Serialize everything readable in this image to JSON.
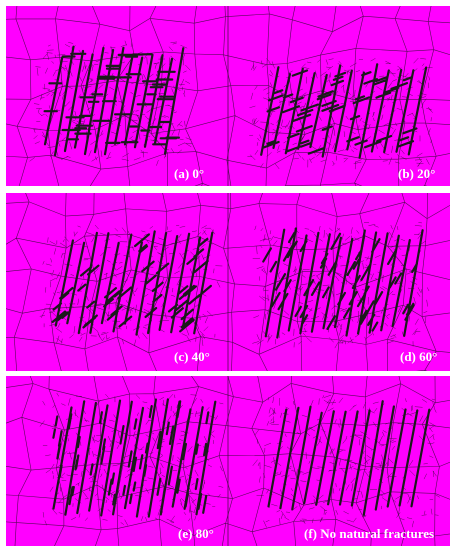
{
  "figure": {
    "background_color": "#ff00ff",
    "mesh_color": "#3a0a3a",
    "fracture_color": "#1a1a1a",
    "panels": [
      {
        "id": "a",
        "caption": "(a) 0°",
        "angle_deg": 0
      },
      {
        "id": "b",
        "caption": "(b) 20°",
        "angle_deg": 20
      },
      {
        "id": "c",
        "caption": "(c) 40°",
        "angle_deg": 40
      },
      {
        "id": "d",
        "caption": "(d) 60°",
        "angle_deg": 60
      },
      {
        "id": "e",
        "caption": "(e) 80°",
        "angle_deg": 80
      },
      {
        "id": "f",
        "caption": "(f) No natural fractures",
        "angle_deg": null
      }
    ]
  }
}
